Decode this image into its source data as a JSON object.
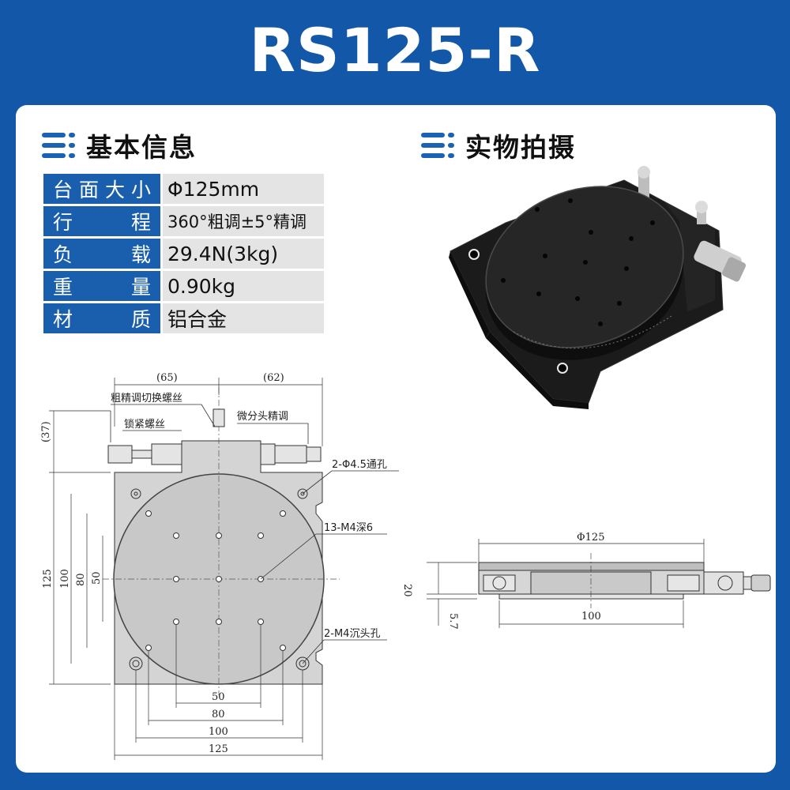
{
  "title": "RS125-R",
  "sections": {
    "basic": "基本信息",
    "photo": "实物拍摄"
  },
  "specs": [
    {
      "key": "台面大小",
      "value": "Φ125mm"
    },
    {
      "key": "行程",
      "value": "360°粗调±5°精调"
    },
    {
      "key": "负载",
      "value": "29.4N(3kg)"
    },
    {
      "key": "重量",
      "value": "0.90kg"
    },
    {
      "key": "材质",
      "value": "铝合金"
    }
  ],
  "drawing": {
    "dim_65": "(65)",
    "dim_62": "(62)",
    "dim_37": "(37)",
    "label_switch_screw": "粗精调切换螺丝",
    "label_lock_screw": "锁紧螺丝",
    "label_micrometer": "微分头精调",
    "label_through_holes": "2-Φ4.5通孔",
    "label_m4_holes": "13-M4深6",
    "label_counterbore": "2-M4沉头孔",
    "dim_125_v": "125",
    "dim_100_v": "100",
    "dim_80_v": "80",
    "dim_50_v": "50",
    "dim_50_h": "50",
    "dim_80_h": "80",
    "dim_100_h": "100",
    "dim_125_h": "125",
    "side_dia": "Φ125",
    "side_20": "20",
    "side_57": "5.7",
    "side_100": "100"
  }
}
